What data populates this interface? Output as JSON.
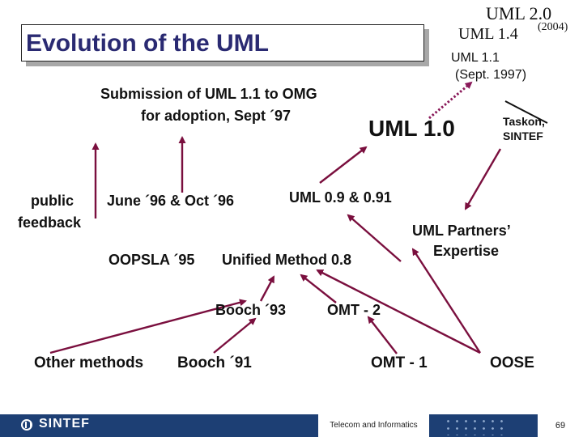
{
  "title": "Evolution of the UML",
  "nodes": {
    "uml20": "UML 2.0",
    "year2004": "(2004)",
    "uml14": "UML 1.4",
    "uml11": "UML 1.1",
    "uml11_date": "(Sept. 1997)",
    "submission_line1": "Submission of UML 1.1 to OMG",
    "submission_line2": "for adoption, Sept ´97",
    "uml10": "UML 1.0",
    "taskon_line1": "Taskon,",
    "taskon_line2": "SINTEF",
    "public_line1": "public",
    "public_line2": "feedback",
    "june96": "June ´96 & Oct ´96",
    "uml09": "UML 0.9 & 0.91",
    "partners_line1": "UML Partners’",
    "partners_line2": "Expertise",
    "oopsla": "OOPSLA ´95",
    "unified": "Unified Method 0.8",
    "booch93": "Booch ´93",
    "omt2": "OMT - 2",
    "other": "Other methods",
    "booch91": "Booch ´91",
    "omt1": "OMT - 1",
    "oose": "OOSE"
  },
  "colors": {
    "title": "#2a2a72",
    "arrow": "#7a0f3e",
    "dotted_arrow": "#8a1a5a",
    "footer": "#1d3f74"
  },
  "footer": {
    "logo": "SINTEF",
    "center": "Telecom and Informatics",
    "page": "69"
  }
}
